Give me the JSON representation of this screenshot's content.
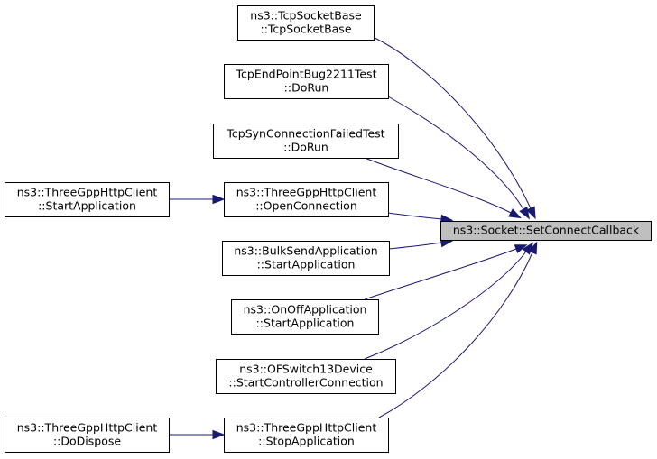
{
  "diagram": {
    "colors": {
      "edge": "#191970",
      "node_border": "#000000",
      "node_fill": "#ffffff",
      "target_fill": "#bfbfbf"
    },
    "nodes": [
      {
        "id": "tcpsocketbase",
        "lines": [
          "ns3::TcpSocketBase",
          "::TcpSocketBase"
        ]
      },
      {
        "id": "tcpendpointbug",
        "lines": [
          "TcpEndPointBug2211Test",
          "::DoRun"
        ]
      },
      {
        "id": "tcpsynconnfailed",
        "lines": [
          "TcpSynConnectionFailedTest",
          "::DoRun"
        ]
      },
      {
        "id": "client-startapp",
        "lines": [
          "ns3::ThreeGppHttpClient",
          "::StartApplication"
        ]
      },
      {
        "id": "client-openconn",
        "lines": [
          "ns3::ThreeGppHttpClient",
          "::OpenConnection"
        ]
      },
      {
        "id": "bulksend-startapp",
        "lines": [
          "ns3::BulkSendApplication",
          "::StartApplication"
        ]
      },
      {
        "id": "onoff-startapp",
        "lines": [
          "ns3::OnOffApplication",
          "::StartApplication"
        ]
      },
      {
        "id": "ofswitch-startctrl",
        "lines": [
          "ns3::OFSwitch13Device",
          "::StartControllerConnection"
        ]
      },
      {
        "id": "client-dodispose",
        "lines": [
          "ns3::ThreeGppHttpClient",
          "::DoDispose"
        ]
      },
      {
        "id": "client-stopapp",
        "lines": [
          "ns3::ThreeGppHttpClient",
          "::StopApplication"
        ]
      },
      {
        "id": "socket-setconnectcb",
        "lines": [
          "ns3::Socket::SetConnectCallback"
        ],
        "highlight": true
      }
    ],
    "edges": [
      {
        "from": "tcpsocketbase",
        "to": "socket-setconnectcb"
      },
      {
        "from": "tcpendpointbug",
        "to": "socket-setconnectcb"
      },
      {
        "from": "tcpsynconnfailed",
        "to": "socket-setconnectcb"
      },
      {
        "from": "client-openconn",
        "to": "socket-setconnectcb"
      },
      {
        "from": "bulksend-startapp",
        "to": "socket-setconnectcb"
      },
      {
        "from": "onoff-startapp",
        "to": "socket-setconnectcb"
      },
      {
        "from": "ofswitch-startctrl",
        "to": "socket-setconnectcb"
      },
      {
        "from": "client-stopapp",
        "to": "socket-setconnectcb"
      },
      {
        "from": "client-startapp",
        "to": "client-openconn"
      },
      {
        "from": "client-dodispose",
        "to": "client-stopapp"
      }
    ]
  }
}
